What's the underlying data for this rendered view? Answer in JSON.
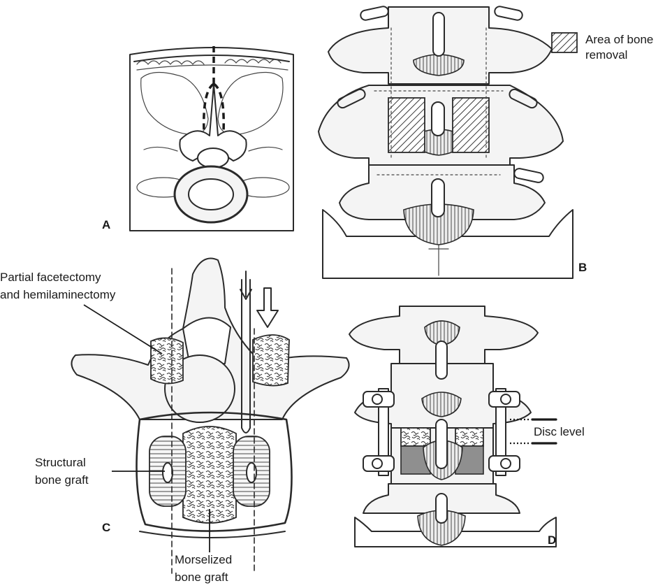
{
  "panels": {
    "a": {
      "letter": "A"
    },
    "b": {
      "letter": "B",
      "legend_label_line1": "Area of bone",
      "legend_label_line2": "removal"
    },
    "c": {
      "letter": "C",
      "label_facetectomy_line1": "Partial facetectomy",
      "label_facetectomy_line2": "and hemilaminectomy",
      "label_structural_line1": "Structural",
      "label_structural_line2": "bone graft",
      "label_morselized_line1": "Morselized",
      "label_morselized_line2": "bone graft"
    },
    "d": {
      "letter": "D",
      "label_disc_level": "Disc level"
    }
  }
}
